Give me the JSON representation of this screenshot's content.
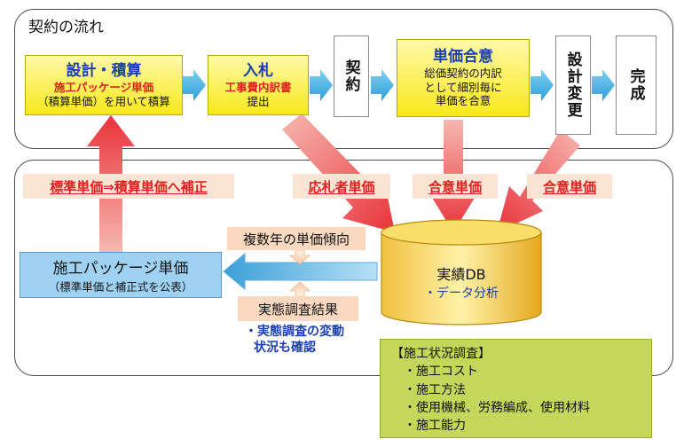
{
  "top_panel": {
    "title": "契約の流れ"
  },
  "steps": {
    "design": {
      "title": "設計・積算",
      "line1": "施工パッケージ単価",
      "line2": "（積算単価）を用いて積算"
    },
    "bid": {
      "title": "入札",
      "line1": "工事費内訳書",
      "line2": "提出"
    },
    "contract": {
      "label": "契約"
    },
    "unit_price_agreement": {
      "title": "単価合意",
      "line1": "総価契約の内訳",
      "line2": "として細別毎に",
      "line3": "単価を合意"
    },
    "design_change": {
      "label": "設計変更"
    },
    "completion": {
      "label": "完成"
    }
  },
  "labels": {
    "standard_to_estimate": "標準単価⇒積算単価へ補正",
    "bidder_price": "応札者単価",
    "agreed_price_1": "合意単価",
    "agreed_price_2": "合意単価",
    "multiyear_trend": "複数年の単価傾向",
    "survey_result": "実態調査結果"
  },
  "package_box": {
    "title": "施工パッケージ単価",
    "subtitle": "（標準単価と補正式を公表）"
  },
  "database": {
    "title": "実績DB",
    "subtitle": "・データ分析"
  },
  "survey_note": {
    "line1": "・実態調査の変動",
    "line2": "状況も確認"
  },
  "survey_box": {
    "title": "【施工状況調査】",
    "items": [
      "・施工コスト",
      "・施工方法",
      "・使用機械、労務編成、使用材料",
      "・施工能力"
    ]
  },
  "colors": {
    "flow_arrow": "#44b4e6",
    "big_arrow_red": "#e8333a",
    "box_yellow": "#f7e81a",
    "label_red_text": "#e02020",
    "title_blue": "#1a3fb0",
    "db_gold": "#eab530",
    "green_box": "#c4d75a",
    "package_blue": "#9fd2f2"
  },
  "icons": [
    "right-arrow-icon",
    "up-arrow-icon",
    "down-arrow-icon",
    "left-arrow-icon",
    "database-cylinder-icon"
  ]
}
